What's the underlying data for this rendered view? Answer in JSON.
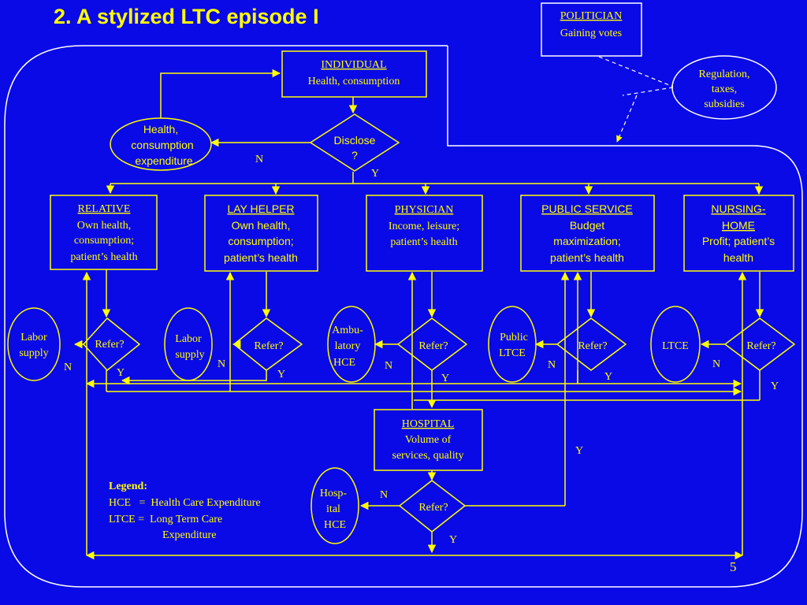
{
  "title": "2. A stylized LTC episode I",
  "page_number": "5",
  "politician": {
    "title": "POLITICIAN",
    "line1": "Gaining votes"
  },
  "regulation": {
    "line1": "Regulation,",
    "line2": "taxes,",
    "line3": "subsidies"
  },
  "individual": {
    "title": "INDIVIDUAL",
    "line1": "Health, consumption"
  },
  "disclose": {
    "line1": "Disclose",
    "line2": "?"
  },
  "health_expenditure": {
    "line1": "Health,",
    "line2": "consumption",
    "line3": "expenditure"
  },
  "relative": {
    "title": "RELATIVE",
    "line1": "Own health,",
    "line2": "consumption;",
    "line3": "patient’s health"
  },
  "lay_helper": {
    "title": "LAY HELPER",
    "line1": "Own health,",
    "line2": "consumption;",
    "line3": "patient’s health"
  },
  "physician": {
    "title": "PHYSICIAN",
    "line1": "Income, leisure;",
    "line2": "patient’s health"
  },
  "public_service": {
    "title": "PUBLIC SERVICE",
    "line1": "Budget",
    "line2": "maximization;",
    "line3": "patient’s health"
  },
  "nursing_home": {
    "title1": "NURSING-",
    "title2": "HOME",
    "line1": "Profit; patient’s",
    "line2": "health"
  },
  "hospital": {
    "title": "HOSPITAL",
    "line1": "Volume of",
    "line2": "services, quality"
  },
  "refer_label": "Refer?",
  "yes_label": "Y",
  "no_label": "N",
  "labor_supply": {
    "line1": "Labor",
    "line2": "supply"
  },
  "ambulatory_hce": {
    "line1": "Ambu-",
    "line2": "latory",
    "line3": "HCE"
  },
  "public_ltce": {
    "line1": "Public",
    "line2": "LTCE"
  },
  "ltce": "LTCE",
  "hospital_hce": {
    "line1": "Hosp-",
    "line2": "ital",
    "line3": "HCE"
  },
  "legend": {
    "heading": "Legend:",
    "line1": "HCE   =  Health Care Expenditure",
    "line2": "LTCE =  Long Term Care",
    "line3": "Expenditure"
  },
  "colors": {
    "background": "#0a0ae6",
    "foreground": "#ffff00",
    "border": "#ffffff"
  }
}
